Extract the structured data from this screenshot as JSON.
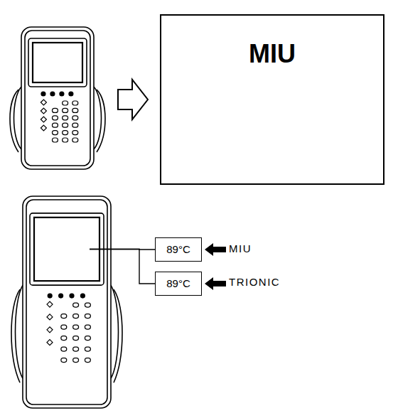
{
  "diagram": {
    "nodes": [
      {
        "text": [
          "MIU"
        ]
      },
      {
        "text": [
          "89°C"
        ]
      },
      {
        "text": [
          "89°C"
        ]
      }
    ],
    "labels": [
      "MIU",
      "TRIONIC"
    ]
  }
}
